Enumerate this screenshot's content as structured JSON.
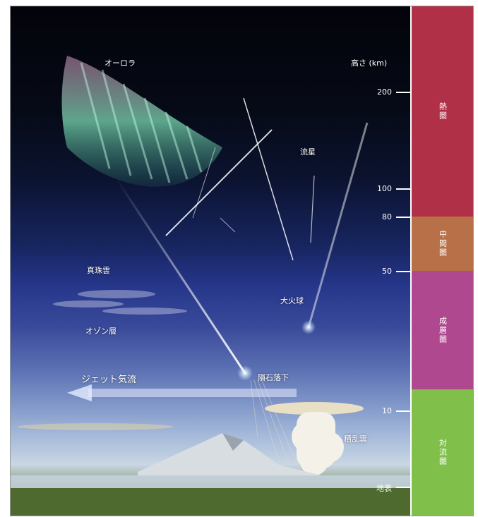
{
  "labels": {
    "aurora": "オーロラ",
    "meteor": "流星",
    "nacreous_clouds": "真珠雲",
    "fireball": "大火球",
    "ozone_layer": "オゾン層",
    "jet_stream": "ジェット気流",
    "meteorite_fall": "隕石落下",
    "cumulonimbus": "積乱雲"
  },
  "altitude_axis": {
    "title": "高さ (km)",
    "ticks": [
      "200",
      "100",
      "80",
      "50",
      "10",
      "地表"
    ]
  },
  "layers": [
    {
      "name": "熱圏",
      "color": "#b03048"
    },
    {
      "name": "中間圏",
      "color": "#b87048"
    },
    {
      "name": "成層圏",
      "color": "#b04890"
    },
    {
      "name": "対流圏",
      "color": "#7fbf4a"
    }
  ],
  "colors": {
    "aurora_green": "#7fe0b8",
    "aurora_pink": "#c48ab0",
    "ground": "#4f6a2e"
  }
}
